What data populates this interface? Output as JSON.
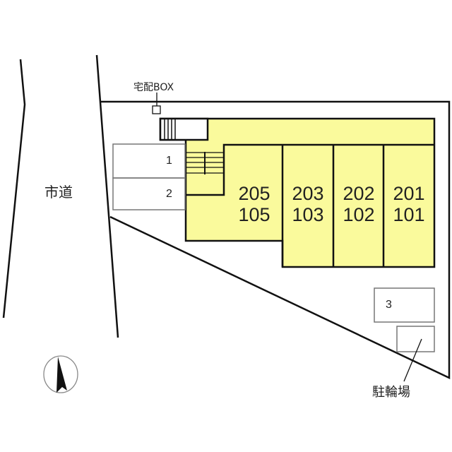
{
  "labels": {
    "road": "市道",
    "delivery_box": "宅配BOX",
    "bicycle_parking": "駐輪場"
  },
  "parking": [
    "1",
    "2",
    "3"
  ],
  "units": [
    {
      "upper": "205",
      "lower": "105"
    },
    {
      "upper": "203",
      "lower": "103"
    },
    {
      "upper": "202",
      "lower": "102"
    },
    {
      "upper": "201",
      "lower": "101"
    }
  ],
  "colors": {
    "building": "#fafa9c",
    "line": "#111111",
    "light_line": "#777777"
  }
}
